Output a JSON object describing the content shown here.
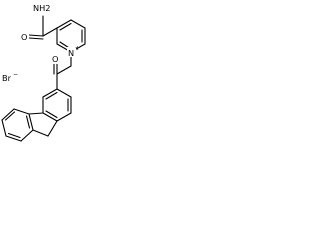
{
  "molecule": {
    "atom_labels": {
      "amide_nh2": "NH2",
      "amide_oxygen": "O",
      "ketone_oxygen": "O",
      "pyridinium_nitrogen": "N",
      "pyridinium_charge": "+",
      "counterion": "Br",
      "counterion_charge": "−"
    }
  }
}
